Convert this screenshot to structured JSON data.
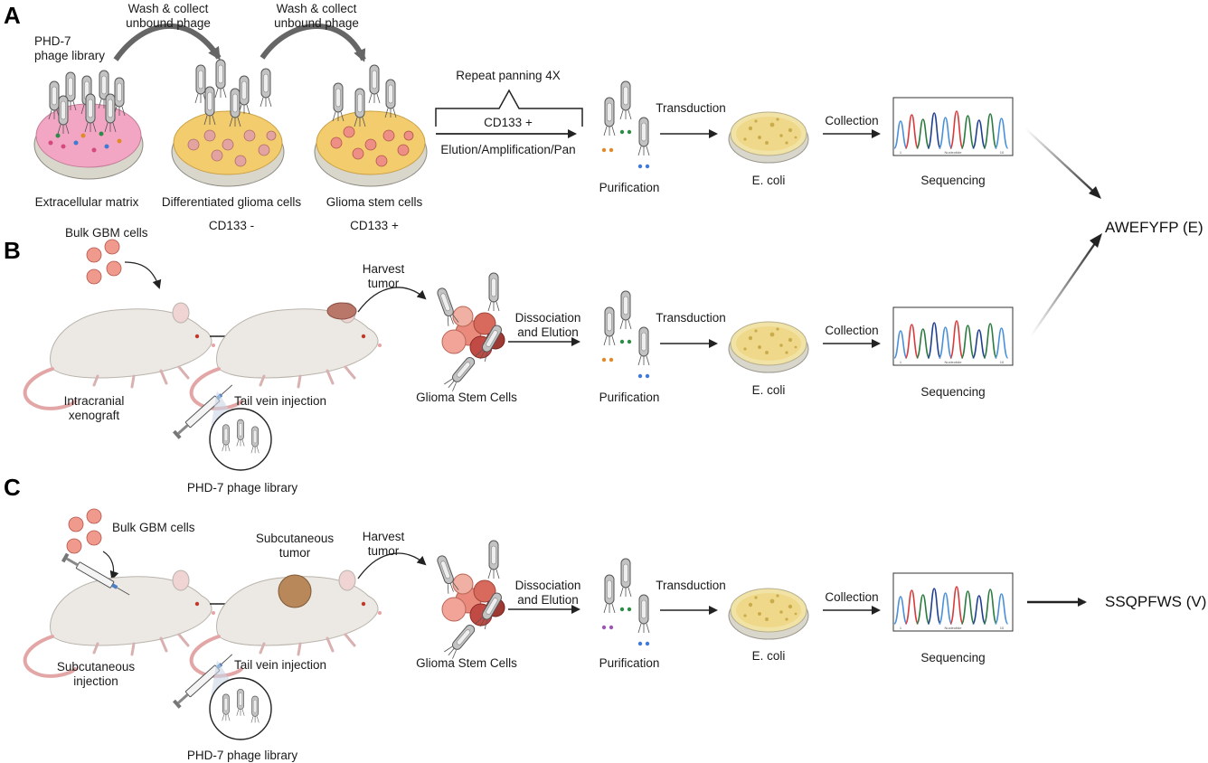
{
  "panels": [
    "A",
    "B",
    "C"
  ],
  "a": {
    "wash1": "Wash & collect\nunbound phage",
    "wash2": "Wash & collect\nunbound phage",
    "library": "PHD-7\nphage library",
    "dish1": "Extracellular matrix",
    "dish2": "Differentiated glioma cells",
    "dish3": "Glioma stem cells",
    "cd2": "CD133 -",
    "cd3": "CD133 +",
    "repeat": "Repeat panning 4X",
    "cdplus": "CD133 +",
    "elution": "Elution/Amplification/Pan",
    "purification": "Purification",
    "transduction": "Transduction",
    "ecoli": "E. coli",
    "collection": "Collection",
    "sequencing": "Sequencing"
  },
  "b": {
    "bulk": "Bulk GBM cells",
    "xenograft": "Intracranial\nxenograft",
    "tailvein": "Tail vein injection",
    "library": "PHD-7 phage library",
    "harvest": "Harvest\ntumor",
    "gsc": "Glioma Stem Cells",
    "dissociation": "Dissociation\nand Elution",
    "purification": "Purification",
    "transduction": "Transduction",
    "ecoli": "E. coli",
    "collection": "Collection",
    "sequencing": "Sequencing"
  },
  "c": {
    "bulk": "Bulk GBM cells",
    "subq_inj": "Subcutaneous\ninjection",
    "subq_tumor": "Subcutaneous\ntumor",
    "tailvein": "Tail vein injection",
    "library": "PHD-7 phage library",
    "harvest": "Harvest\ntumor",
    "gsc": "Glioma Stem Cells",
    "dissociation": "Dissociation\nand Elution",
    "purification": "Purification",
    "transduction": "Transduction",
    "ecoli": "E. coli",
    "collection": "Collection",
    "sequencing": "Sequencing"
  },
  "results": {
    "ab": "AWEFYFP (E)",
    "c": "SSQPFWS (V)"
  },
  "chromatogram": {
    "axis_start": "1",
    "axis_end": "10",
    "axis_label": "Nucleotide",
    "peak_colors": [
      "#4a90d9",
      "#d93a3a",
      "#2b7a3e",
      "#1f3f8f",
      "#4a90d9",
      "#d93a3a",
      "#2b7a3e",
      "#1f3f8f",
      "#2b7a3e",
      "#4a90d9"
    ]
  },
  "colors": {
    "matrix_pink": "#f3a6c4",
    "cells_yellow": "#f3cc6e",
    "mouse_body": "#ece9e4",
    "tumor_brown": "#b8885a",
    "phage_gray": "#b9b9b9",
    "arrow_dark": "#222222"
  }
}
